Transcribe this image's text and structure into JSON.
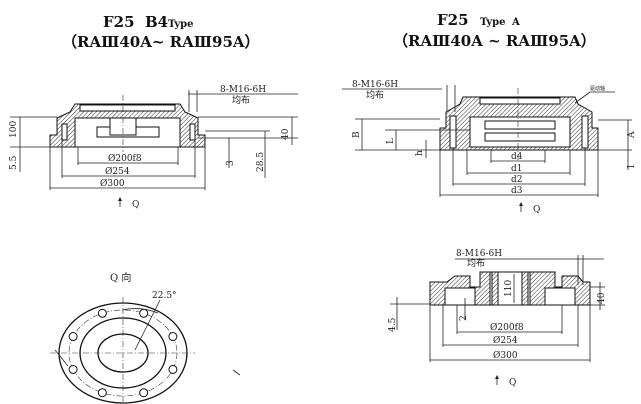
{
  "views": {
    "b4": {
      "title_model": "F25",
      "title_type": "B4",
      "title_type_word": "Type",
      "range": "（RAⅢ40A~ RAⅢ95A）",
      "thread_label": "8-M16-6H",
      "thread_note": "均布",
      "dims": {
        "d200": "Ø200f8",
        "d254": "Ø254",
        "d300": "Ø300",
        "h100": "100",
        "h55": "5.5",
        "h3": "3",
        "h285": "28.5",
        "h40": "40"
      },
      "view_arrow": "Q"
    },
    "type_a": {
      "title_model": "F25",
      "title_type_word": "Type",
      "title_type": "A",
      "range": "（RAⅢ40A ~ RAⅢ95A）",
      "thread_label": "8-M16-6H",
      "thread_note": "均布",
      "part_callout": "驱动轴",
      "dims": {
        "d4": "d4",
        "d1": "d1",
        "d2": "d2",
        "d3": "d3",
        "B": "B",
        "L": "L",
        "h": "h",
        "A": "A",
        "l": "l"
      },
      "view_arrow": "Q"
    },
    "q_view": {
      "label": "Q 向",
      "angle": "22.5°"
    },
    "bottom": {
      "thread_label": "8-M16-6H",
      "thread_note": "均布",
      "dims": {
        "d200": "Ø200f8",
        "d254": "Ø254",
        "d300": "Ø300",
        "h45": "4.5",
        "h110": "110",
        "h40": "40",
        "h2": "2"
      },
      "view_arrow": "Q"
    }
  }
}
